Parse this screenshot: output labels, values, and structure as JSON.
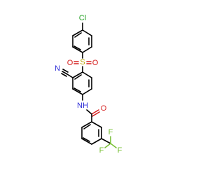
{
  "atoms": {
    "cl": {
      "label": "Cl",
      "color": "#22a022"
    },
    "s": {
      "label": "S",
      "color": "#b8a200"
    },
    "o_left": {
      "label": "O",
      "color": "#d62020"
    },
    "o_right": {
      "label": "O",
      "color": "#d62020"
    },
    "n_nitrile": {
      "label": "N",
      "color": "#2b2bd6"
    },
    "nh": {
      "label": "NH",
      "color": "#2b2bd6"
    },
    "o_amide": {
      "label": "O",
      "color": "#d62020"
    },
    "f_top": {
      "label": "F",
      "color": "#7ac038"
    },
    "f_left": {
      "label": "F",
      "color": "#7ac038"
    },
    "f_right": {
      "label": "F",
      "color": "#7ac038"
    }
  }
}
